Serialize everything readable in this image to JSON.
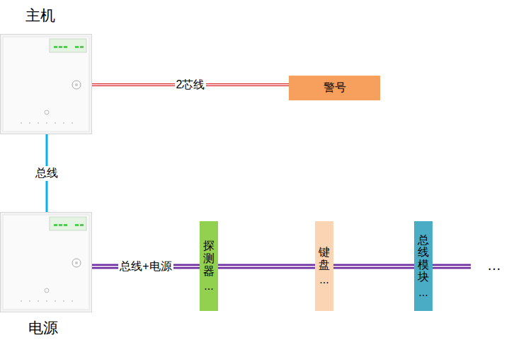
{
  "diagram": {
    "nodes": [
      {
        "text": [
          "主机"
        ]
      },
      {
        "text": [
          "警号"
        ]
      },
      {
        "text": [
          "电源"
        ]
      },
      {
        "text": [
          "探测器",
          "..."
        ]
      },
      {
        "text": [
          "键盘",
          "..."
        ]
      },
      {
        "text": [
          "总线模块",
          "..."
        ]
      }
    ],
    "edges": [
      {
        "from": 0,
        "to": 1,
        "arrow": "none",
        "label": "2芯线"
      },
      {
        "from": 0,
        "to": 2,
        "arrow": "none",
        "label": "总线"
      },
      {
        "from": 2,
        "to": 3,
        "arrow": "none",
        "label": "总线+电源"
      },
      {
        "from": 3,
        "to": 4,
        "arrow": "none"
      },
      {
        "from": 4,
        "to": 5,
        "arrow": "none"
      }
    ],
    "labels": [
      "…"
    ]
  }
}
